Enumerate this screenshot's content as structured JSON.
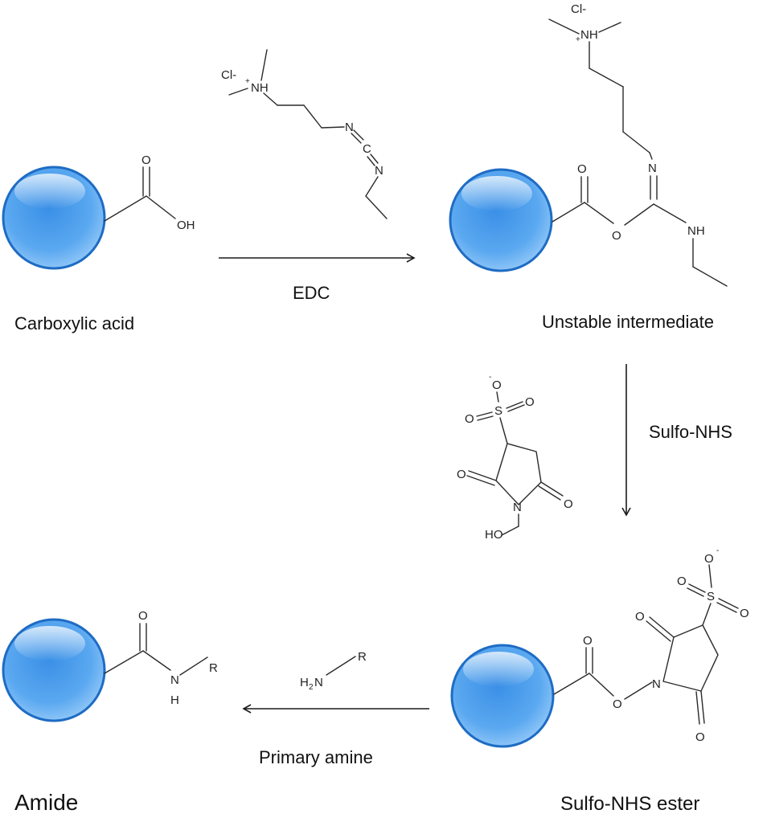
{
  "labels": {
    "carboxylic_acid": "Carboxylic acid",
    "unstable_intermediate": "Unstable intermediate",
    "sulfo_nhs_ester": "Sulfo-NHS ester",
    "amide": "Amide"
  },
  "reagents": {
    "edc": "EDC",
    "sulfo_nhs": "Sulfo-NHS",
    "primary_amine": "Primary amine"
  },
  "atoms": {
    "O": "O",
    "OH": "OH",
    "HO": "HO",
    "N": "N",
    "NH": "NH",
    "H": "H",
    "C": "C",
    "S": "S",
    "R": "R",
    "Cl": "Cl-",
    "plus": "+",
    "minus": "-",
    "H2N_H": "H",
    "H2N_2": "2",
    "H2N_N": "N"
  },
  "colors": {
    "bead_light": "#d8ecff",
    "bead_mid": "#5aa8f0",
    "bead_dark": "#2f7fd6",
    "bead_stroke": "#1e6cc4"
  }
}
